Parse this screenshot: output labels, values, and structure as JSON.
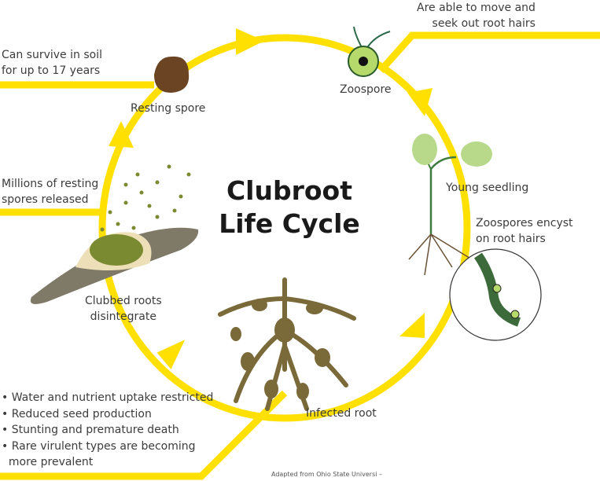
{
  "title": [
    "Clubroot",
    "Life Cycle"
  ],
  "stages": {
    "zoospore": "Zoospore",
    "young_seedling": "Young seedling",
    "encyst": [
      "Zoospores encyst",
      "on root hairs"
    ],
    "infected_root": "Infected root",
    "clubbed": [
      "Clubbed roots",
      "disintegrate"
    ],
    "resting_spore": "Resting spore"
  },
  "notes": {
    "move": [
      "Are able to move and",
      "seek out root hairs"
    ],
    "survive": [
      "Can survive in soil",
      "for up to 17 years"
    ],
    "millions": [
      "Millions of resting",
      "spores released"
    ],
    "effects": [
      "Water and nutrient uptake restricted",
      "Reduced seed production",
      "Stunting and premature death",
      "Rare virulent types are becoming",
      "more prevalent"
    ]
  },
  "credit": "Adapted from Ohio State Universi –",
  "colors": {
    "cycle": "#FFE000",
    "root": "#7a6a3a",
    "spore": "#6b4423",
    "zoospore": "#b5d96a",
    "leaf": "#b8d98a"
  }
}
